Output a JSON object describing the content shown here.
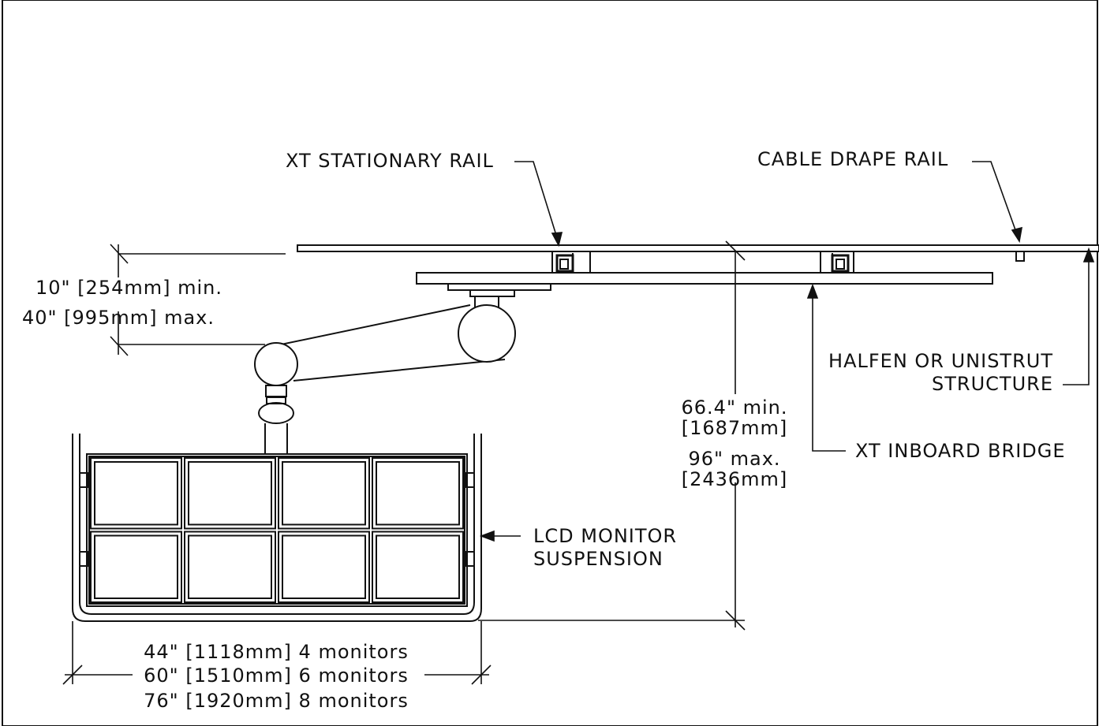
{
  "labels": {
    "stationary_rail": "XT STATIONARY RAIL",
    "cable_drape_rail": "CABLE DRAPE RAIL",
    "halfen_line1": "HALFEN OR UNISTRUT",
    "halfen_line2": "STRUCTURE",
    "inboard_bridge": "XT INBOARD BRIDGE",
    "lcd_line1": "LCD MONITOR",
    "lcd_line2": "SUSPENSION"
  },
  "dimensions": {
    "drop_min": "10\" [254mm] min.",
    "drop_max": "40\" [995mm] max.",
    "height_min_in": "66.4\" min.",
    "height_min_mm": "[1687mm]",
    "height_max_in": "96\" max.",
    "height_max_mm": "[2436mm]",
    "width_4": "44\" [1118mm] 4 monitors",
    "width_6": "60\" [1510mm] 6 monitors",
    "width_8": "76\" [1920mm] 8 monitors"
  },
  "monitor_grid": {
    "rows": 2,
    "columns": 4
  }
}
